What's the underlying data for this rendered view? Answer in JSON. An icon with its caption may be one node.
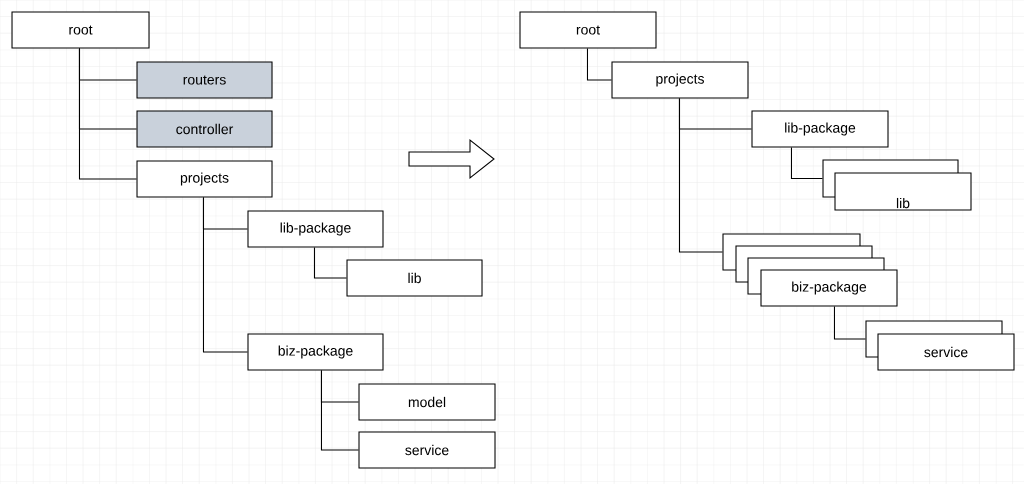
{
  "diagram": {
    "nodes": [
      {
        "text": [
          "root"
        ]
      },
      {
        "text": [
          "routers"
        ]
      },
      {
        "text": [
          "controller"
        ]
      },
      {
        "text": [
          "projects"
        ]
      },
      {
        "text": [
          "lib-package"
        ]
      },
      {
        "text": [
          "lib"
        ]
      },
      {
        "text": [
          "biz-package"
        ]
      },
      {
        "text": [
          "model"
        ]
      },
      {
        "text": [
          "service"
        ]
      },
      {
        "text": [
          "root"
        ]
      },
      {
        "text": [
          "projects"
        ]
      },
      {
        "text": [
          "lib-package"
        ]
      },
      {
        "text": [],
        "shape": "box"
      },
      {
        "text": [
          "lib"
        ]
      },
      {
        "text": [],
        "shape": "box"
      },
      {
        "text": [],
        "shape": "box"
      },
      {
        "text": [],
        "shape": "box"
      },
      {
        "text": [
          "biz-package"
        ]
      },
      {
        "text": [],
        "shape": "box"
      },
      {
        "text": [
          "service"
        ]
      }
    ],
    "edges": [
      {
        "from": 0,
        "to": 1,
        "arrow": "none"
      },
      {
        "from": 0,
        "to": 2,
        "arrow": "none"
      },
      {
        "from": 0,
        "to": 3,
        "arrow": "none"
      },
      {
        "from": 3,
        "to": 4,
        "arrow": "none"
      },
      {
        "from": 3,
        "to": 6,
        "arrow": "none"
      },
      {
        "from": 4,
        "to": 5,
        "arrow": "none"
      },
      {
        "from": 6,
        "to": 7,
        "arrow": "none"
      },
      {
        "from": 6,
        "to": 8,
        "arrow": "none"
      },
      {
        "from": 9,
        "to": 10,
        "arrow": "none"
      },
      {
        "from": 10,
        "to": 11,
        "arrow": "none"
      },
      {
        "from": 10,
        "to": 14,
        "arrow": "none"
      },
      {
        "from": 11,
        "to": 12,
        "arrow": "none"
      },
      {
        "from": 17,
        "to": 18,
        "arrow": "none"
      }
    ]
  }
}
